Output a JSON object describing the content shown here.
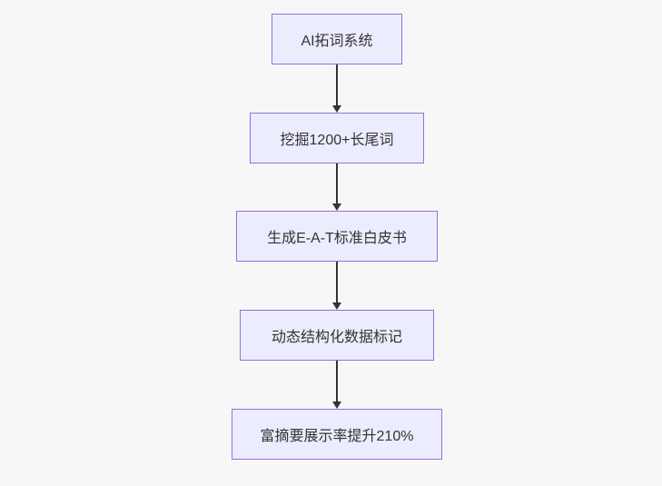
{
  "diagram": {
    "type": "flowchart",
    "direction": "top-down",
    "nodes": [
      {
        "id": "1",
        "label": "AI拓词系统"
      },
      {
        "id": "2",
        "label": "挖掘1200+长尾词"
      },
      {
        "id": "3",
        "label": "生成E-A-T标准白皮书"
      },
      {
        "id": "4",
        "label": "动态结构化数据标记"
      },
      {
        "id": "5",
        "label": "富摘要展示率提升210%"
      }
    ],
    "edges": [
      {
        "from": "1",
        "to": "2"
      },
      {
        "from": "2",
        "to": "3"
      },
      {
        "from": "3",
        "to": "4"
      },
      {
        "from": "4",
        "to": "5"
      }
    ],
    "colors": {
      "node_fill": "#ECECFF",
      "node_border": "#9370DB",
      "text": "#333333",
      "arrow": "#333333",
      "background": "#f7f7f7"
    }
  }
}
